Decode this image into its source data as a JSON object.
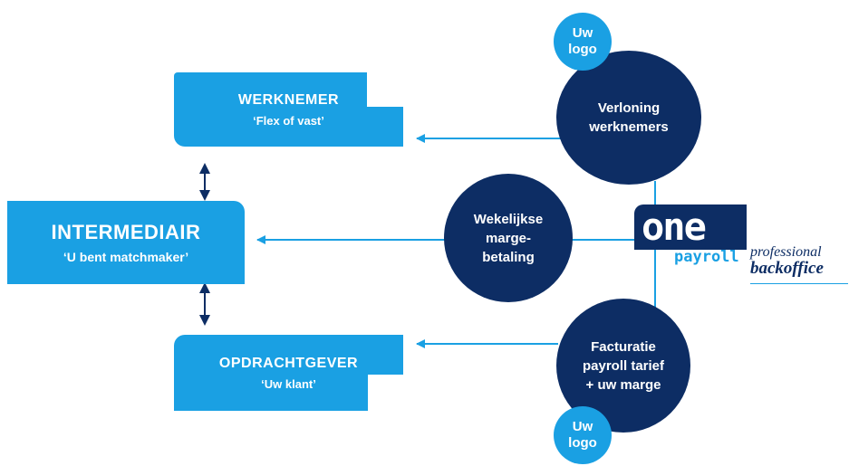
{
  "boxes": {
    "werknemer": {
      "title": "WERKNEMER",
      "subtitle": "‘Flex of vast’"
    },
    "intermediair": {
      "title": "INTERMEDIAIR",
      "subtitle": "‘U bent matchmaker’"
    },
    "opdrachtgever": {
      "title": "OPDRACHTGEVER",
      "subtitle": "‘Uw klant’"
    }
  },
  "circles": {
    "verloning": "Verloning\nwerknemers",
    "wekelijkse": "Wekelijkse\nmarge-\nbetaling",
    "facturatie": "Facturatie\npayroll tarief\n+ uw marge"
  },
  "logo_badges": {
    "top": "Uw\nlogo",
    "bottom": "Uw\nlogo"
  },
  "brand": {
    "word1": "one",
    "word2": "payroll",
    "tagline_line1": "professional",
    "tagline_line2": "backoffice"
  },
  "colors": {
    "light_blue": "#1aa0e3",
    "dark_navy": "#0d2d64",
    "connector": "#1aa0e3",
    "vertical_arrow": "#0d2d64"
  }
}
